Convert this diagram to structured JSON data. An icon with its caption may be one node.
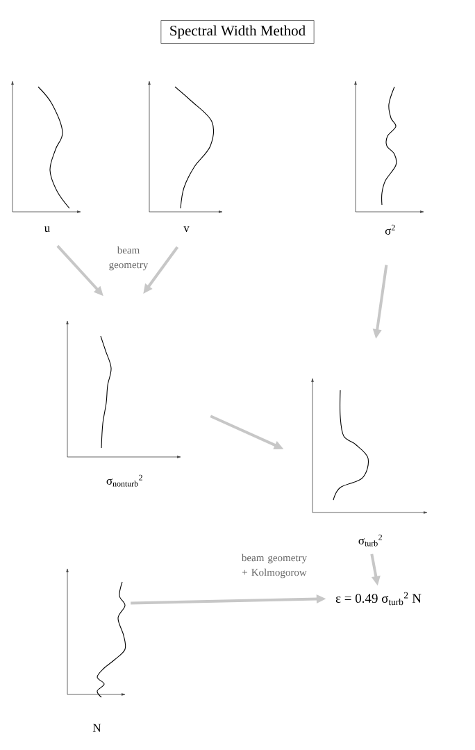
{
  "diagram": {
    "title": "Spectral Width Method",
    "nodes": [
      {
        "text": [
          "u"
        ]
      },
      {
        "text": [
          "v"
        ]
      },
      {
        "text": [
          "σ$^{2}$"
        ]
      },
      {
        "text": [
          "σ$_{nonturb}$$^{2}$"
        ]
      },
      {
        "text": [
          "σ$_{turb}$$^{2}$"
        ]
      },
      {
        "text": [
          "N"
        ]
      },
      {
        "text": [
          "ε = 0.49 σ$_{turb}$$^{2}$ N"
        ]
      }
    ],
    "edges": [
      {
        "from": 0,
        "to": 3,
        "arrow": "to"
      },
      {
        "from": 1,
        "to": 3,
        "arrow": "to"
      },
      {
        "from": 2,
        "to": 4,
        "arrow": "to"
      },
      {
        "from": 3,
        "to": 4,
        "arrow": "to"
      },
      {
        "from": 4,
        "to": 6,
        "arrow": "to"
      },
      {
        "from": 5,
        "to": 6,
        "arrow": "to",
        "label": "beam geometry + Kolmogorow"
      }
    ],
    "labels": [
      "beam geometry"
    ]
  }
}
